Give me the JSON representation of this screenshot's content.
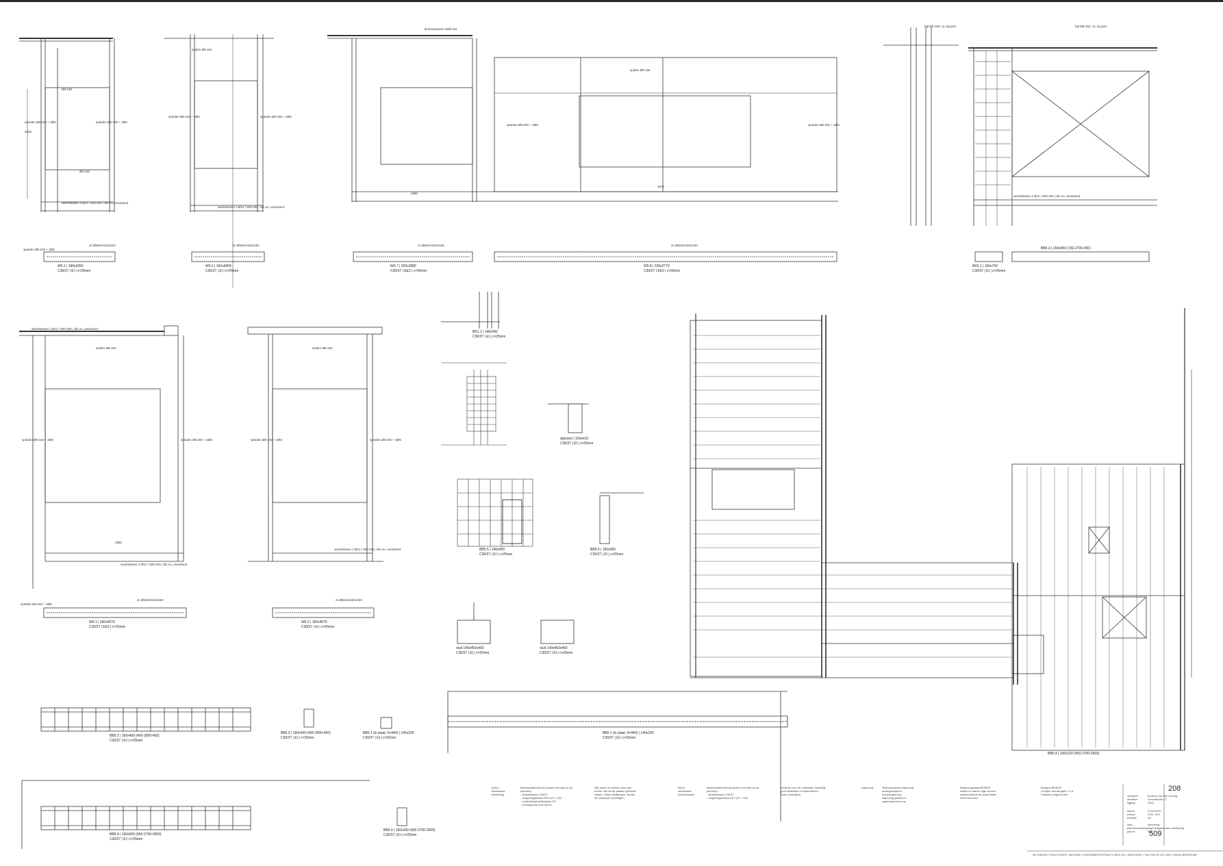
{
  "sheet": {
    "number": "208",
    "revision": "509",
    "stamp": "DE RIDDER STRUCTURES, DATHEM | STADENBERGSTRAAT 4 BUS 201 | 9000 GENT | TEL/FAX 09 223 2323 | WWW.@DRRH.BE"
  },
  "labels": {
    "top_slab": "bgl Ø8-150, ca. kg pinn",
    "rebar_a": "spiden Ø8-150",
    "rebar_b": "spieden Ø8-200 + 3ØS",
    "rebar_c": "Ø8-150",
    "rebar_d": "Ø8-150",
    "dim_left": "3250",
    "dim_mid": "2950",
    "dim_low": "2880",
    "dim_right": "3210",
    "bot_line": "wachtstaven 4 Ø12 / 500-200, ribs nu, verankerd",
    "dim_bar": "2x Ø8x8x/150x/150",
    "stirrups": "spieden Ø8-150 + 3ØS",
    "lintel_note": "Ø basisstaven 2Ø20 B4"
  },
  "captions": {
    "w1": "W5.1 | 160x5250",
    "w1b": "C30/37 | EI | c=25mm",
    "w2": "W5.2 | 160x5400",
    "w2b": "C30/37 | EI | c=25mm",
    "w3": "W5.7 | 220x2880",
    "w3b": "C30/37 | EE3 | c=30mm",
    "w4": "W5.8 | 220x2770",
    "w4b": "C30/37 | EE3 | c=30mm",
    "w5": "BK5.1 | 160x700",
    "w5b": "C30/37 | EI | c=25mm",
    "w6": "BB5.3 | 160x450 (150-2700-450)",
    "m1": "W6.1 | 160x4070",
    "m1b": "C30/37 | EE3 | c=25mm",
    "m2": "W6.2 | 160x4070",
    "m2b": "C30/37 | EI | c=25mm",
    "s1": "BK1.1 | 140x450",
    "s1b": "C30/37 | EI | c=25mm",
    "s2": "dakrand | 160x410",
    "s2b": "C30/37 | EI | c=25mm",
    "s3": "BB5.5 | 140x450",
    "s3b": "C30/37 | EI | c=25mm",
    "s4": "BB5.6 | 160x450",
    "s4b": "C30/37 | EI | c=25mm",
    "s5": "stuit 140x450x450",
    "s5b": "C30/37 | EI | c=25mm",
    "s6": "stuit 140x450x450",
    "s6b": "C30/37 | EI | c=25mm",
    "b1": "BB5.2 | 160x400 (400-3000-400)",
    "b1b": "C30/37 | EI | c=25mm",
    "b2": "BB5.2 | 160x400 (400-3000-400)",
    "b2b": "C30/37 | EI | c=25mm",
    "b3": "BB6.1 (in plaat, h=440) | 140x220",
    "b3b": "C30/37 | EI | c=25mm",
    "b4": "BB5.1 (in plaat, h=440) | 140x220",
    "b4b": "C30/37 | EI | c=25mm",
    "b5": "BB5.4 | 160x550 (450-2700-2660)",
    "b5b": "C30/37 | EI | c=25mm",
    "b6": "BB5.4 | 160x350 (450-2700-2660)",
    "b6b": "C30/37 | EI | c=25mm",
    "plan_beam": "BB6.4 | 160x220 (450-2700-2660)"
  },
  "notes": {
    "n1": "beton\nwerkklasse\n(bekisting)",
    "n2": "Betonkwaliteit (tenzij anders vermeld op de\nplannen):\n- sterkteklasse C30/37\n- omgevingsklasse EE2 (XC / XD)\n- verdichtbaarheidsklasse S3\n- korrelgrootte max 20mm",
    "n3": "Alle maten te toetsen door aan\nnemer met de ter plaatse gemeten\nmaten. Indien afwijkingen, steeds\nde ontwerper verwittigen.",
    "n4": "beton\nwerkklasse\n(bovenkwaal)",
    "n5": "Betonkwaliteit (tenzij anders vermeld op de\nplannen):\n- sterkteklasse C30/37\n- omgevingsklasse EE2 (XC / XD)",
    "n6": "Verbruik vóór de ontkisting: bekisting\ngoed afdekken en beschermen\ntegen uitdroging.",
    "n7": "wapening",
    "n8": "Tekensymbolen wapening\nondergewapend\nbovenwapening\nwapening getekend\nwapening boven op",
    "n9": "Wapeningsstaal BE500S\nnetten en staven vlgs normen\nwaarbij steeds de oppervlakte\nwordt voorzien.",
    "n10": "Beugels BE500S\nLengtes van beugels: n.t.b.\nFasering volgens plan.",
    "tb1": "opdracht\narchitect\nligging",
    "tb2": "bouwen van een woning\nGrachtstraat 12\nGent",
    "tb3": "datum\nschaal\nformaat",
    "tb4": "27/10/2011\n1/25, 1/50\nA0",
    "tb5": "fase\nplanomschrijving\nplannr.",
    "tb6": "uitvoering\nwapeningsplannen verdieping\n509"
  }
}
